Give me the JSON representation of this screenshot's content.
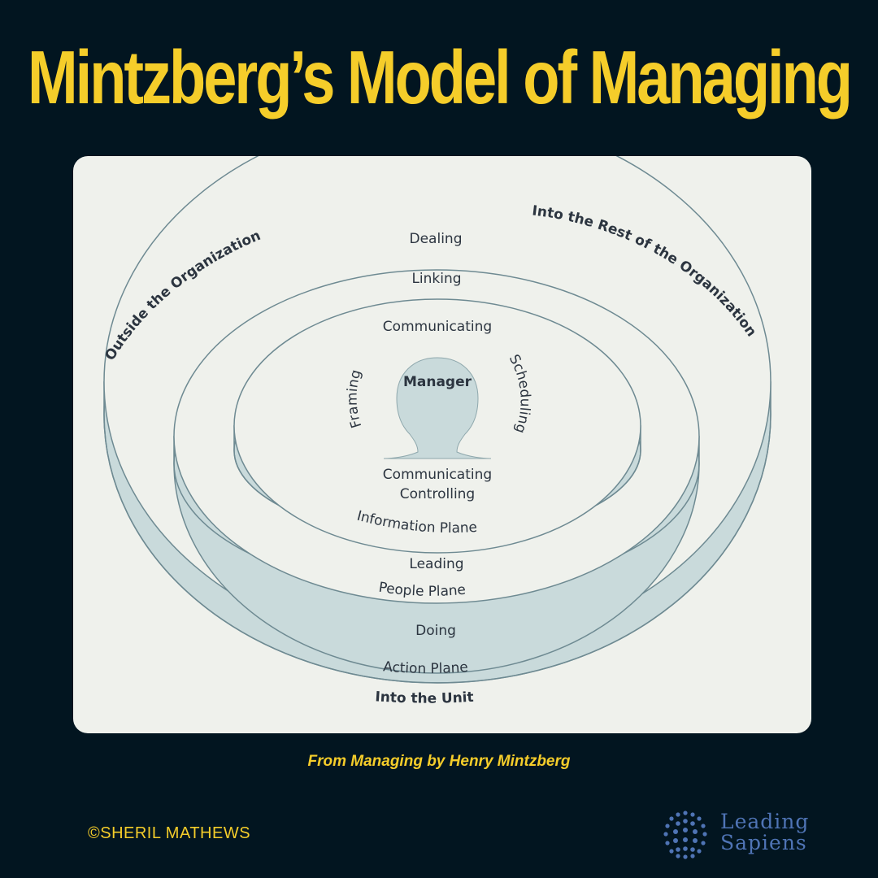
{
  "header": {
    "title": "Mintzberg’s Model of Managing"
  },
  "diagram": {
    "outside_org": "Outside the Organization",
    "rest_of_org": "Into the Rest of the Organization",
    "dealing": "Dealing",
    "linking": "Linking",
    "communicating_top": "Communicating",
    "manager": "Manager",
    "framing": "Framing",
    "scheduling": "Scheduling",
    "communicating_bottom": "Communicating",
    "controlling": "Controlling",
    "information_plane": "Information Plane",
    "leading": "Leading",
    "people_plane": "People Plane",
    "doing": "Doing",
    "action_plane": "Action Plane",
    "into_unit": "Into the Unit"
  },
  "caption": "From Managing by Henry Mintzberg",
  "footer": {
    "copyright": "©SHERIL MATHEWS",
    "logo_line1": "Leading",
    "logo_line2": "Sapiens"
  },
  "colors": {
    "background": "#021520",
    "accent": "#f5cd2a",
    "card": "#eff1ec",
    "plane": "#c9dadb",
    "plane_stroke": "#6e8a92",
    "logo": "#4f74b5"
  }
}
